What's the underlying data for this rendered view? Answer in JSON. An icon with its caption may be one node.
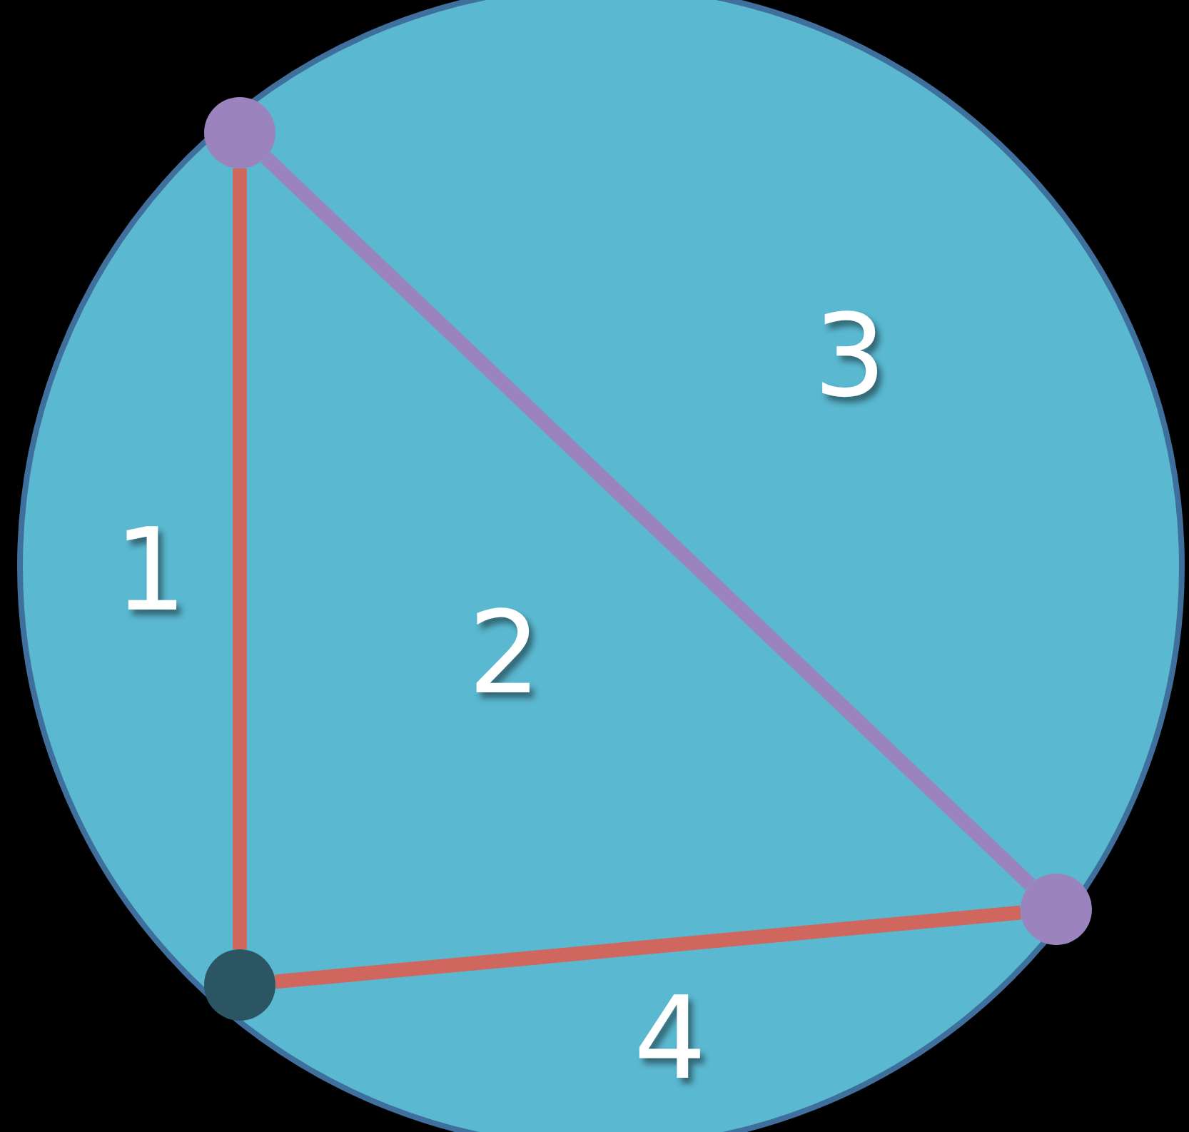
{
  "diagram": {
    "nodes": [
      {
        "text": [],
        "shape": "circle"
      },
      {
        "text": [],
        "shape": "circle"
      },
      {
        "text": [],
        "shape": "circle"
      }
    ],
    "edges": [
      {
        "from": 0,
        "to": 2,
        "arrow": "none"
      },
      {
        "from": 0,
        "to": 1,
        "arrow": "none",
        "color": "#9b83bd"
      },
      {
        "from": 2,
        "to": 1,
        "arrow": "none"
      }
    ],
    "labels": [
      "3",
      "1",
      "2",
      "4"
    ]
  }
}
